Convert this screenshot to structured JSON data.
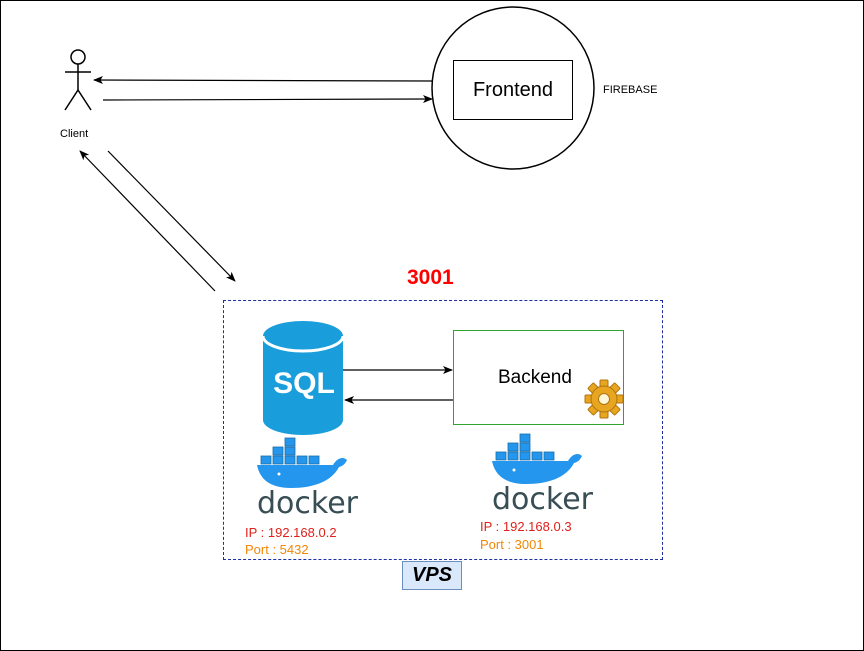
{
  "client": {
    "label": "Client"
  },
  "frontend": {
    "label": "Frontend",
    "host_label": "FIREBASE"
  },
  "port_title": "3001",
  "database": {
    "icon_text": "SQL",
    "docker_text": "docker",
    "ip": "IP : 192.168.0.2",
    "port": "Port : 5432"
  },
  "backend": {
    "label": "Backend",
    "docker_text": "docker",
    "ip": "IP : 192.168.0.3",
    "port": "Port : 3001"
  },
  "vps": {
    "label": "VPS"
  },
  "colors": {
    "group_border": "#1f2fa0",
    "backend_border": "#2fa52f",
    "ip_text": "#e0201b",
    "port_text": "#f08705",
    "port_title": "#ff0000",
    "sql_blue": "#1a9edb",
    "docker_blue": "#2496ed"
  }
}
